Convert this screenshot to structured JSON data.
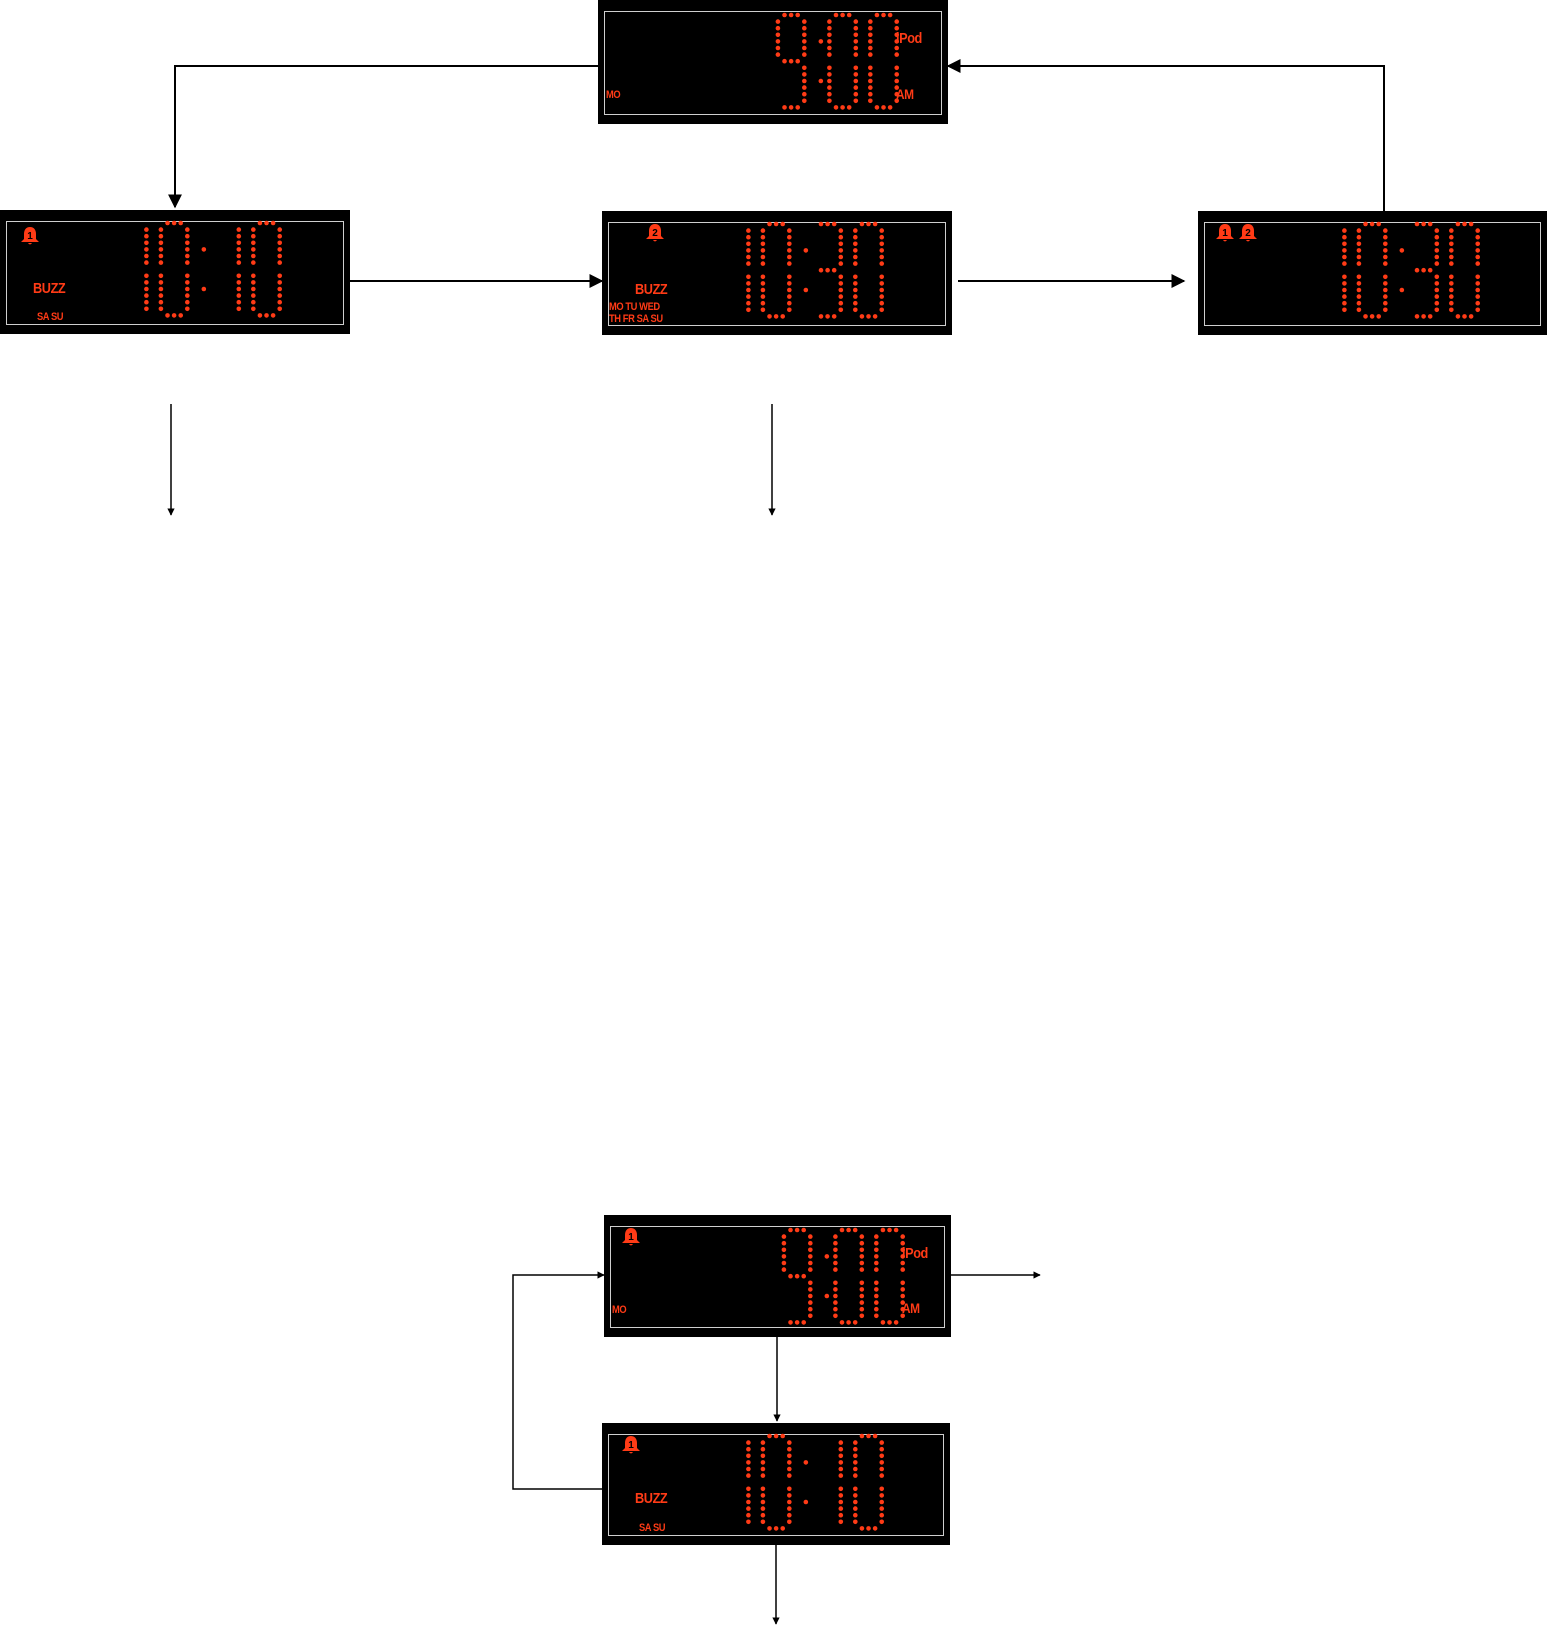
{
  "colors": {
    "led": "#ff3b16",
    "background": "#000000",
    "frame": "#cfcfcf",
    "arrow": "#000000"
  },
  "displays": {
    "top": {
      "time": "9:00",
      "source": "iPod",
      "ampm": "AM",
      "days": "MO"
    },
    "alarm1": {
      "time": "10:10",
      "bell": "1",
      "mode": "BUZZ",
      "days": "SA SU"
    },
    "alarm2": {
      "time": "10:30",
      "bell": "2",
      "mode": "BUZZ",
      "days_line1": "MO TU WED",
      "days_line2": "TH FR SA SU"
    },
    "both": {
      "time": "10:30",
      "bell1": "1",
      "bell2": "2"
    },
    "bottom_top": {
      "time": "9:00",
      "bell": "1",
      "source": "iPod",
      "ampm": "AM",
      "days": "MO"
    },
    "bottom_alarm1": {
      "time": "10:10",
      "bell": "1",
      "mode": "BUZZ",
      "days": "SA SU"
    }
  }
}
